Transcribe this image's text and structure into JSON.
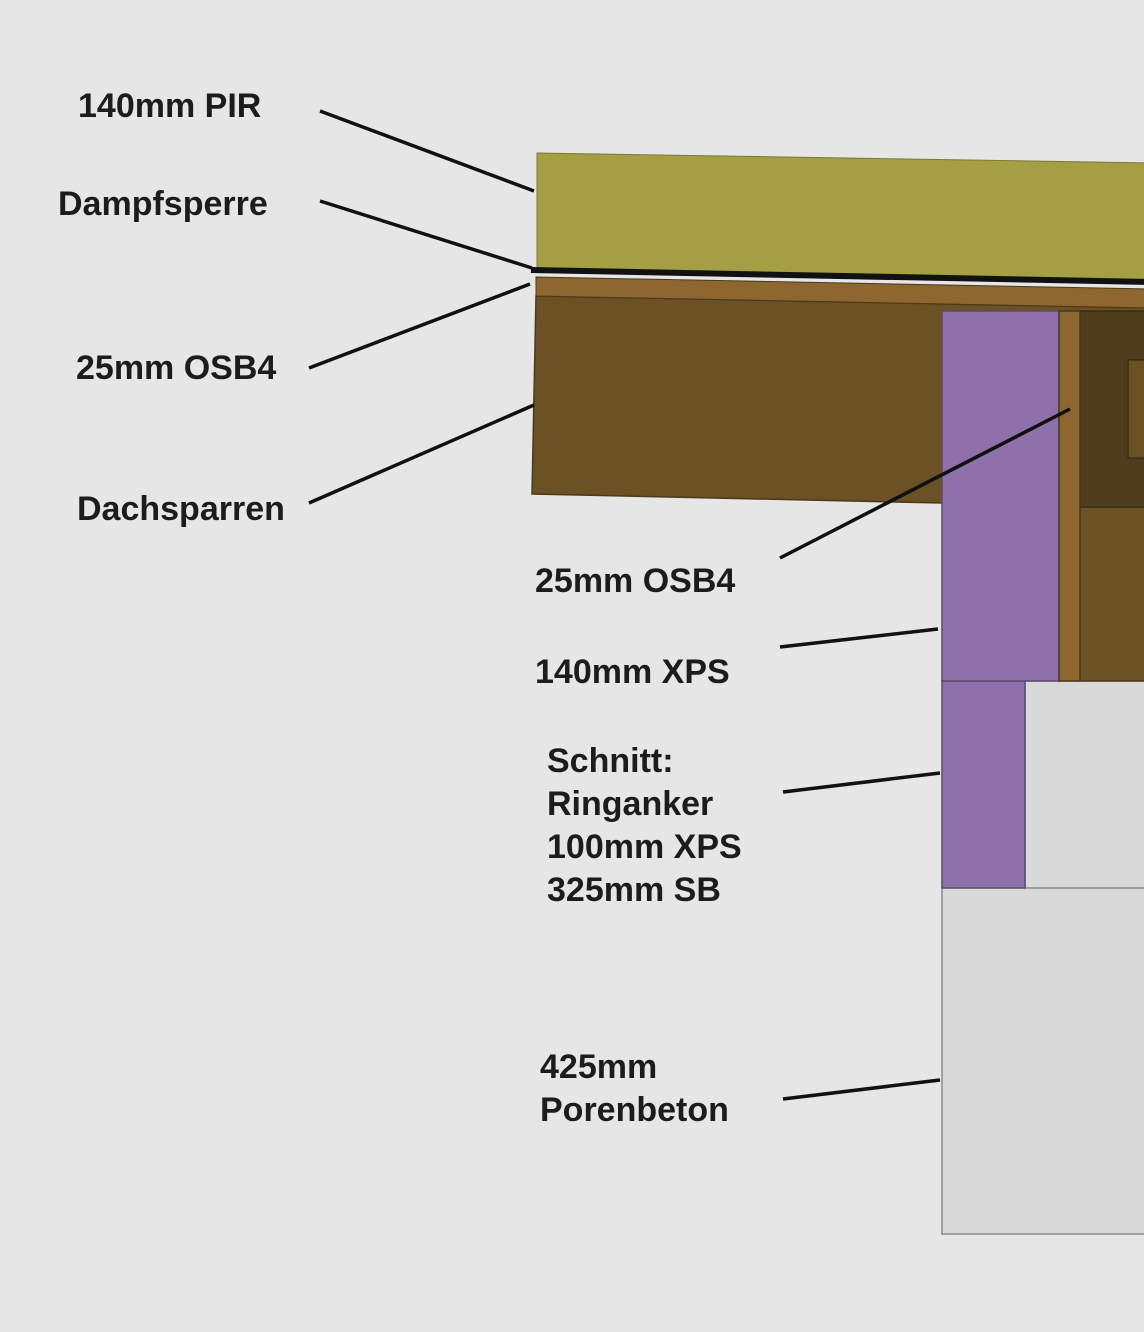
{
  "colors": {
    "background": "#e6e6e6",
    "pir": "#a59f43",
    "osb": "#8d6630",
    "rafter": "#6b5124",
    "rafter_dark": "#4f3c1a",
    "xps": "#8e70aa",
    "aerated_concrete": "#d9d9d9",
    "leader": "#111111"
  },
  "labels": {
    "pir": "140mm PIR",
    "vapor_barrier": "Dampfsperre",
    "osb_roof": "25mm OSB4",
    "rafters": "Dachsparren",
    "osb_wall": "25mm OSB4",
    "xps_wall": "140mm XPS",
    "section": [
      "Schnitt:",
      "Ringanker",
      "100mm XPS",
      "325mm SB"
    ],
    "porenbeton": [
      "425mm",
      "Porenbeton"
    ]
  }
}
